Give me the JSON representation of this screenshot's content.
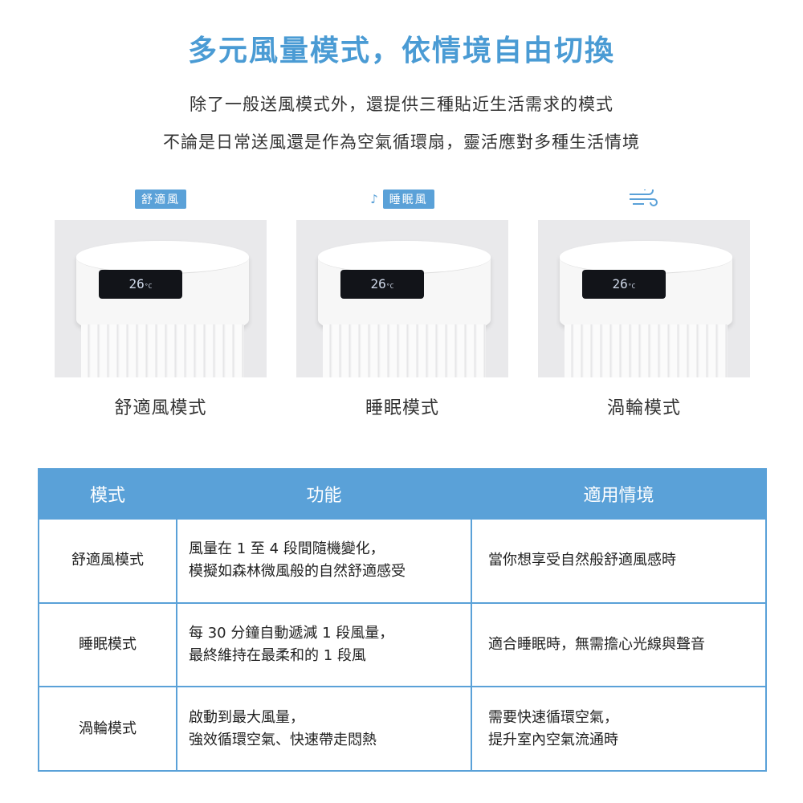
{
  "header": {
    "title": "多元風量模式，依情境自由切換",
    "subtitle_1": "除了一般送風模式外，還提供三種貼近生活需求的模式",
    "subtitle_2": "不論是日常送風還是作為空氣循環扇，靈活應對多種生活情境"
  },
  "modes_gallery": [
    {
      "tag": "舒適風",
      "icon": null,
      "display": "26",
      "caption": "舒適風模式"
    },
    {
      "tag": "睡眠風",
      "icon": "music-note-icon",
      "display": "26",
      "caption": "睡眠模式"
    },
    {
      "tag": null,
      "icon": "wind-icon",
      "display": "26",
      "caption": "渦輪模式"
    }
  ],
  "display_unit": "°C",
  "table": {
    "headers": [
      "模式",
      "功能",
      "適用情境"
    ],
    "rows": [
      {
        "mode": "舒適風模式",
        "function": [
          "風量在 1 至 4 段間隨機變化，",
          "模擬如森林微風般的自然舒適感受"
        ],
        "scene": [
          "當你想享受自然般舒適風感時"
        ]
      },
      {
        "mode": "睡眠模式",
        "function": [
          "每 30 分鐘自動遞減 1 段風量，",
          "最終維持在最柔和的 1 段風"
        ],
        "scene": [
          "適合睡眠時，無需擔心光線與聲音"
        ]
      },
      {
        "mode": "渦輪模式",
        "function": [
          "啟動到最大風量，",
          "強效循環空氣、快速帶走悶熱"
        ],
        "scene": [
          "需要快速循環空氣，",
          "提升室內空氣流通時"
        ]
      }
    ]
  },
  "colors": {
    "accent": "#5aa1d8",
    "title": "#4a9bd4"
  }
}
